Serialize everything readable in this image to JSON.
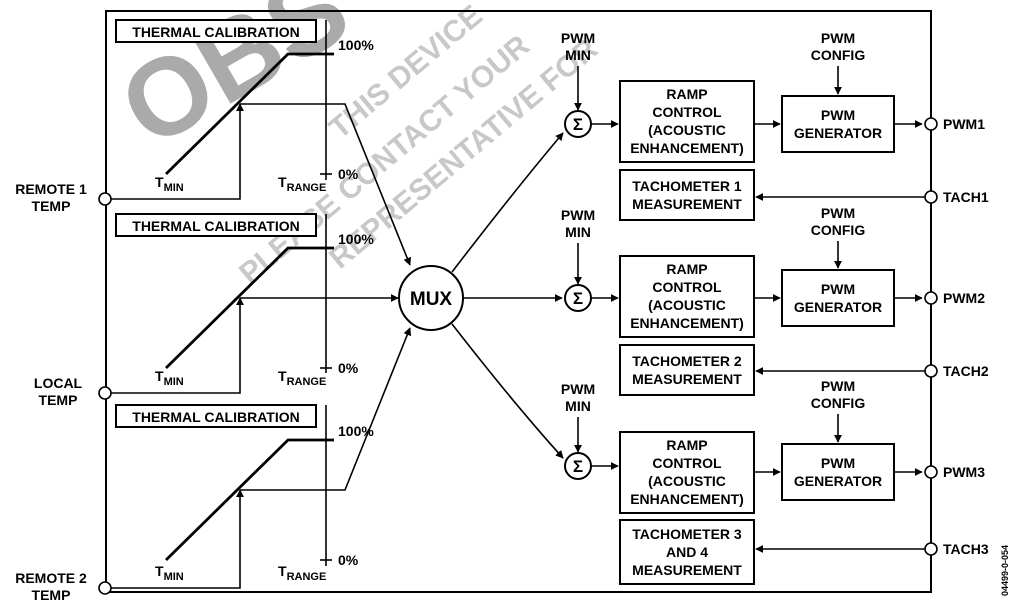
{
  "watermark": {
    "big": "OBS",
    "lines": [
      "THIS DEVICE",
      "PLEASE CONTACT YOUR",
      "REPRESENTATIVE FOR"
    ]
  },
  "calibration": {
    "title": "THERMAL CALIBRATION",
    "top_label": "100%",
    "bottom_label": "0%",
    "tmin_main": "T",
    "tmin_sub": "MIN",
    "trange_main": "T",
    "trange_sub": "RANGE"
  },
  "inputs": {
    "remote1": [
      "REMOTE 1",
      "TEMP"
    ],
    "local": [
      "LOCAL",
      "TEMP"
    ],
    "remote2": [
      "REMOTE 2",
      "TEMP"
    ]
  },
  "mux": "MUX",
  "sigma": "Σ",
  "pwm_min": [
    "PWM",
    "MIN"
  ],
  "pwm_config": [
    "PWM",
    "CONFIG"
  ],
  "ramp": [
    "RAMP",
    "CONTROL",
    "(ACOUSTIC",
    "ENHANCEMENT)"
  ],
  "generator": [
    "PWM",
    "GENERATOR"
  ],
  "tach_boxes": {
    "t1": [
      "TACHOMETER 1",
      "MEASUREMENT"
    ],
    "t2": [
      "TACHOMETER 2",
      "MEASUREMENT"
    ],
    "t3": [
      "TACHOMETER 3",
      "AND 4",
      "MEASUREMENT"
    ]
  },
  "outputs": {
    "pwm1": "PWM1",
    "tach1": "TACH1",
    "pwm2": "PWM2",
    "tach2": "TACH2",
    "pwm3": "PWM3",
    "tach3": "TACH3"
  },
  "figure_id": "04499-0-054"
}
